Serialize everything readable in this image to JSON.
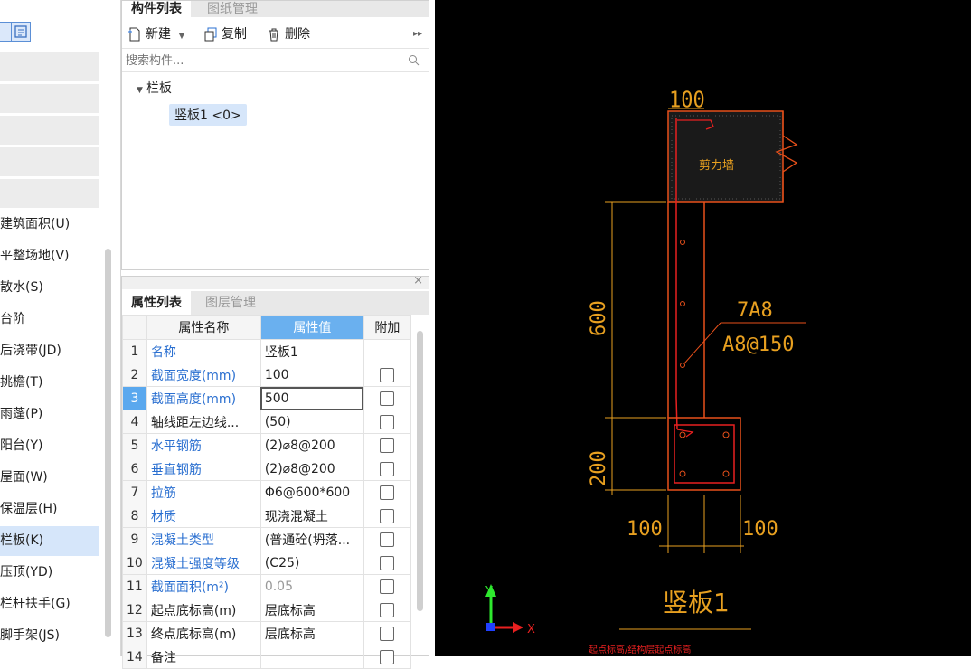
{
  "left_nav": {
    "items": [
      {
        "label": "建筑面积(U)",
        "selected": false
      },
      {
        "label": "平整场地(V)",
        "selected": false
      },
      {
        "label": "散水(S)",
        "selected": false
      },
      {
        "label": "台阶",
        "selected": false
      },
      {
        "label": "后浇带(JD)",
        "selected": false
      },
      {
        "label": "挑檐(T)",
        "selected": false
      },
      {
        "label": "雨蓬(P)",
        "selected": false
      },
      {
        "label": "阳台(Y)",
        "selected": false
      },
      {
        "label": "屋面(W)",
        "selected": false
      },
      {
        "label": "保温层(H)",
        "selected": false
      },
      {
        "label": "栏板(K)",
        "selected": true
      },
      {
        "label": "压顶(YD)",
        "selected": false
      },
      {
        "label": "栏杆扶手(G)",
        "selected": false
      },
      {
        "label": "脚手架(JS)",
        "selected": false
      }
    ]
  },
  "component_panel": {
    "tabs": [
      "构件列表",
      "图纸管理"
    ],
    "toolbar": {
      "new_label": "新建",
      "copy_label": "复制",
      "delete_label": "删除"
    },
    "search_placeholder": "搜索构件...",
    "tree_root": "栏板",
    "tree_child": "竖板1 <0>"
  },
  "property_panel": {
    "tabs": [
      "属性列表",
      "图层管理"
    ],
    "headers": {
      "name": "属性名称",
      "value": "属性值",
      "extra": "附加"
    },
    "rows": [
      {
        "num": "1",
        "name": "名称",
        "value": "竖板1",
        "blue": true,
        "checkbox": false
      },
      {
        "num": "2",
        "name": "截面宽度(mm)",
        "value": "100",
        "blue": true,
        "checkbox": true
      },
      {
        "num": "3",
        "name": "截面高度(mm)",
        "value": "500",
        "blue": true,
        "checkbox": true,
        "selected": true
      },
      {
        "num": "4",
        "name": "轴线距左边线...",
        "value": "(50)",
        "blue": false,
        "checkbox": true
      },
      {
        "num": "5",
        "name": "水平钢筋",
        "value": "(2)⌀8@200",
        "blue": true,
        "checkbox": true
      },
      {
        "num": "6",
        "name": "垂直钢筋",
        "value": "(2)⌀8@200",
        "blue": true,
        "checkbox": true
      },
      {
        "num": "7",
        "name": "拉筋",
        "value": "Φ6@600*600",
        "blue": true,
        "checkbox": true
      },
      {
        "num": "8",
        "name": "材质",
        "value": "现浇混凝土",
        "blue": true,
        "checkbox": true
      },
      {
        "num": "9",
        "name": "混凝土类型",
        "value": "(普通砼(坍落...",
        "blue": true,
        "checkbox": true
      },
      {
        "num": "10",
        "name": "混凝土强度等级",
        "value": "(C25)",
        "blue": true,
        "checkbox": true
      },
      {
        "num": "11",
        "name": "截面面积(m²)",
        "value": "0.05",
        "blue": true,
        "checkbox": true,
        "gray_value": true
      },
      {
        "num": "12",
        "name": "起点底标高(m)",
        "value": "层底标高",
        "blue": false,
        "checkbox": true
      },
      {
        "num": "13",
        "name": "终点底标高(m)",
        "value": "层底标高",
        "blue": false,
        "checkbox": true
      },
      {
        "num": "14",
        "name": "备注",
        "value": "",
        "blue": false,
        "checkbox": true
      }
    ]
  },
  "drawing": {
    "dim_top": "100",
    "dim_height_upper": "600",
    "dim_height_lower": "200",
    "dim_bottom_left": "100",
    "dim_bottom_right": "100",
    "wall_label": "剪力墙",
    "rebar_label_1": "7A8",
    "rebar_label_2": "A8@150",
    "title": "竖板1",
    "axis_y": "Y",
    "axis_x": "X",
    "footnote": "起点标高/结构层起点标高",
    "colors": {
      "line": "#e8501a",
      "dim": "#e8a020",
      "rebar": "#e82020",
      "axis_y": "#2ee82e",
      "axis_x": "#e82020",
      "axis_origin": "#2040ff"
    }
  }
}
